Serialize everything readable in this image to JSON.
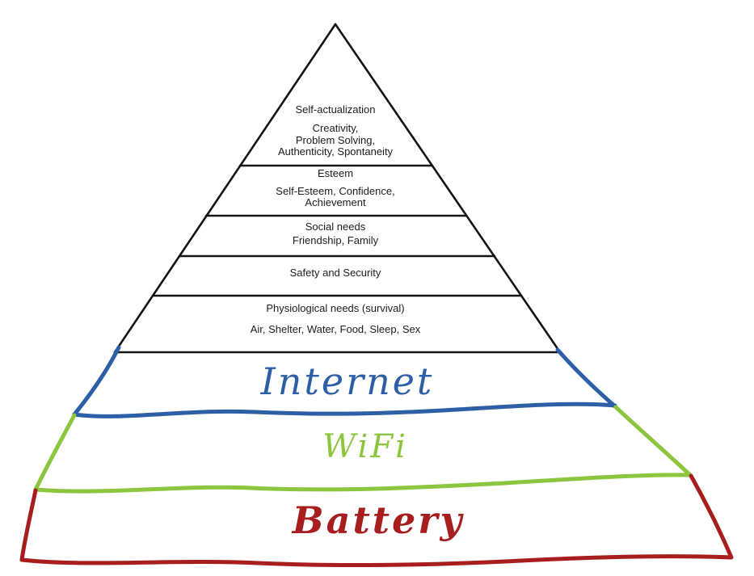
{
  "background_color": "#ffffff",
  "pyramid": {
    "outline_color": "#141414",
    "text_color": "#1c1c1c",
    "levels": [
      {
        "title": "Self-actualization",
        "lines": [
          "Creativity,",
          "Problem Solving,",
          "Authenticity, Spontaneity"
        ]
      },
      {
        "title": "Esteem",
        "lines": [
          "Self-Esteem, Confidence,",
          "Achievement"
        ]
      },
      {
        "title": "Social needs",
        "lines": [
          "Friendship, Family"
        ]
      },
      {
        "title": "Safety and Security",
        "lines": []
      },
      {
        "title": "Physiological needs (survival)",
        "lines": [
          "Air, Shelter, Water, Food, Sleep, Sex"
        ]
      }
    ]
  },
  "base_levels": [
    {
      "label": "Internet",
      "color": "#2d5fa6"
    },
    {
      "label": "WiFi",
      "color": "#8cc63e"
    },
    {
      "label": "Battery",
      "color": "#a81d1d"
    }
  ]
}
